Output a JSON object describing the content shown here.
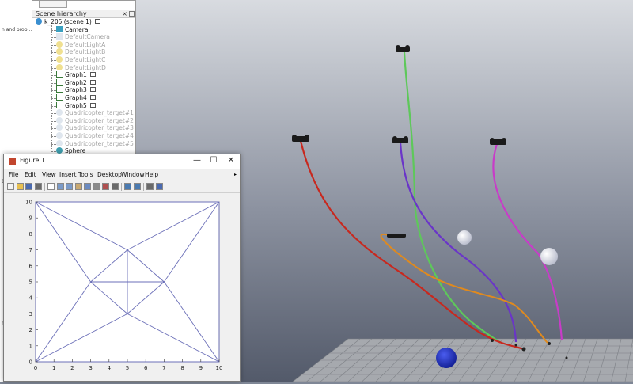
{
  "left_panel": {
    "truncated_label": "n and prop...",
    "tick_1": "1",
    "tick_2": "1"
  },
  "hierarchy": {
    "title": "Scene hierarchy",
    "close_glyph": "×",
    "items": [
      {
        "label": "k_205 (scene 1)",
        "icon": "scene-icon",
        "dim": false
      },
      {
        "label": "Camera",
        "icon": "camera-icon",
        "dim": false
      },
      {
        "label": "DefaultCamera",
        "icon": "camera-icon",
        "dim": true
      },
      {
        "label": "DefaultLightA",
        "icon": "light-icon",
        "dim": true
      },
      {
        "label": "DefaultLightB",
        "icon": "light-icon",
        "dim": true
      },
      {
        "label": "DefaultLightC",
        "icon": "light-icon",
        "dim": true
      },
      {
        "label": "DefaultLightD",
        "icon": "light-icon",
        "dim": true
      },
      {
        "label": "Graph1",
        "icon": "graph-icon",
        "dim": false
      },
      {
        "label": "Graph2",
        "icon": "graph-icon",
        "dim": false
      },
      {
        "label": "Graph3",
        "icon": "graph-icon",
        "dim": false
      },
      {
        "label": "Graph4",
        "icon": "graph-icon",
        "dim": false
      },
      {
        "label": "Graph5",
        "icon": "graph-icon",
        "dim": false
      },
      {
        "label": "Quadricopter_target#1",
        "icon": "target-icon",
        "dim": true
      },
      {
        "label": "Quadricopter_target#2",
        "icon": "target-icon",
        "dim": true
      },
      {
        "label": "Quadricopter_target#3",
        "icon": "target-icon",
        "dim": true
      },
      {
        "label": "Quadricopter_target#4",
        "icon": "target-icon",
        "dim": true
      },
      {
        "label": "Quadricopter_target#5",
        "icon": "target-icon",
        "dim": true
      },
      {
        "label": "Sphere",
        "icon": "sphere-icon",
        "dim": false
      }
    ]
  },
  "figure": {
    "title": "Figure 1",
    "window_buttons": {
      "minimize": "—",
      "maximize": "☐",
      "close": "✕"
    },
    "menu": [
      "File",
      "Edit",
      "View",
      "Insert",
      "Tools",
      "Desktop",
      "Window",
      "Help"
    ],
    "toolbar_icons": [
      "new-file-icon",
      "open-folder-icon",
      "save-icon",
      "print-icon",
      "pointer-icon",
      "zoom-in-icon",
      "zoom-out-icon",
      "pan-icon",
      "rotate-icon",
      "data-cursor-icon",
      "brush-icon",
      "link-icon",
      "colorbar-icon",
      "legend-icon",
      "hide-tools-icon",
      "dock-icon"
    ],
    "colors": {
      "line": "#6b6fb8",
      "axis": "#333333"
    }
  },
  "chart_data": {
    "type": "line",
    "title": "",
    "xlabel": "",
    "ylabel": "",
    "xlim": [
      0,
      10
    ],
    "ylim": [
      0,
      10
    ],
    "xticks": [
      "0",
      "1",
      "2",
      "3",
      "4",
      "5",
      "6",
      "7",
      "8",
      "9",
      "10"
    ],
    "yticks": [
      "0",
      "1",
      "2",
      "3",
      "4",
      "5",
      "6",
      "7",
      "8",
      "9",
      "10"
    ],
    "grid": false,
    "segments": [
      [
        [
          0,
          0
        ],
        [
          10,
          0
        ]
      ],
      [
        [
          10,
          0
        ],
        [
          10,
          10
        ]
      ],
      [
        [
          10,
          10
        ],
        [
          0,
          10
        ]
      ],
      [
        [
          0,
          10
        ],
        [
          0,
          0
        ]
      ],
      [
        [
          0,
          0
        ],
        [
          3,
          5
        ]
      ],
      [
        [
          3,
          5
        ],
        [
          0,
          10
        ]
      ],
      [
        [
          0,
          10
        ],
        [
          5,
          7
        ]
      ],
      [
        [
          5,
          7
        ],
        [
          10,
          10
        ]
      ],
      [
        [
          10,
          10
        ],
        [
          7,
          5
        ]
      ],
      [
        [
          7,
          5
        ],
        [
          10,
          0
        ]
      ],
      [
        [
          10,
          0
        ],
        [
          5,
          3
        ]
      ],
      [
        [
          5,
          3
        ],
        [
          0,
          0
        ]
      ],
      [
        [
          3,
          5
        ],
        [
          5,
          7
        ]
      ],
      [
        [
          5,
          7
        ],
        [
          7,
          5
        ]
      ],
      [
        [
          7,
          5
        ],
        [
          5,
          3
        ]
      ],
      [
        [
          5,
          3
        ],
        [
          3,
          5
        ]
      ],
      [
        [
          3,
          5
        ],
        [
          7,
          5
        ]
      ],
      [
        [
          5,
          7
        ],
        [
          5,
          3
        ]
      ]
    ]
  },
  "scene_colors": {
    "trail_red": "#c8281e",
    "trail_green": "#5ec85a",
    "trail_purple": "#6a35c8",
    "trail_magenta": "#c83cc8",
    "trail_orange": "#e08a1e",
    "sphere_blue": "#2234c8",
    "sphere_white": "#e8e8f0"
  }
}
